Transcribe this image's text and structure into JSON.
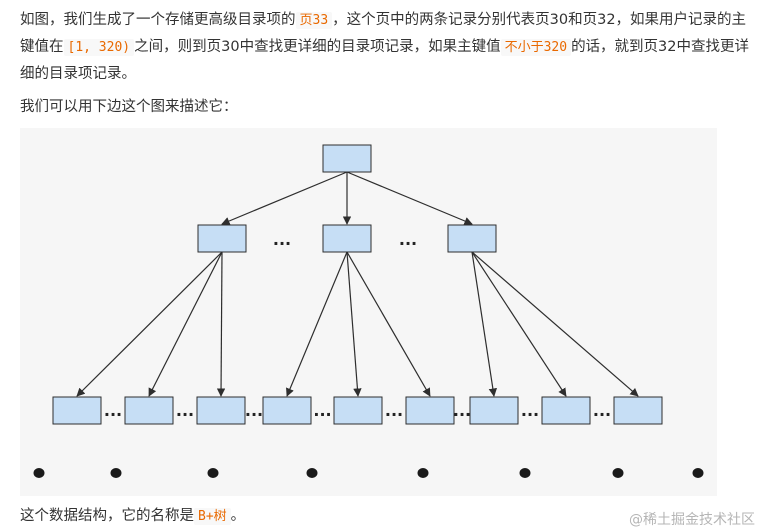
{
  "paragraph1": {
    "t1": "如图，我们生成了一个存储更高级目录项的",
    "c1": "页33",
    "t2": "，这个页中的两条记录分别代表页30和页32，如果用户记录的主键值在",
    "c2": "[1, 320)",
    "t3": "之间，则到页30中查找更详细的目录项记录，如果主键值",
    "c3": "不小于320",
    "t4": "的话，就到页32中查找更详细的目录项记录。"
  },
  "paragraph2": "我们可以用下边这个图来描述它：",
  "paragraph3": {
    "t1": "这个数据结构，它的名称是",
    "c1": "B+树",
    "t2": "。"
  },
  "diagram": {
    "ellipsis": "...",
    "colors": {
      "node_fill": "#c6def5",
      "node_stroke": "#2e2e2e",
      "edge": "#2e2e2e",
      "dot": "#1a1a1a"
    }
  },
  "watermark": "@稀土掘金技术社区"
}
